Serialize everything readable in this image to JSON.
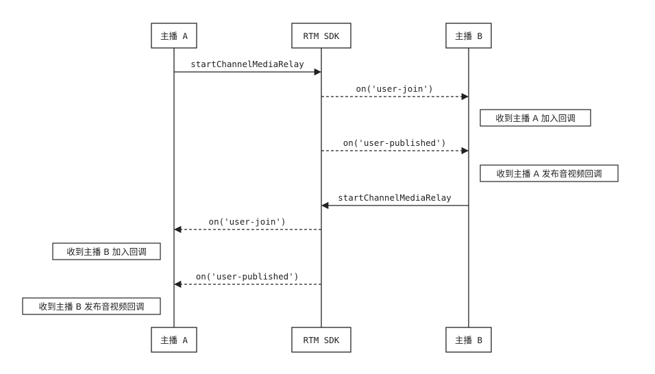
{
  "participants": {
    "a": "主播 A",
    "sdk": "RTM SDK",
    "b": "主播 B"
  },
  "messages": [
    {
      "text": "startChannelMediaRelay",
      "from": "a",
      "to": "sdk",
      "style": "solid"
    },
    {
      "text": "on('user-join')",
      "from": "sdk",
      "to": "b",
      "style": "dashed"
    },
    {
      "text": "on('user-published')",
      "from": "sdk",
      "to": "b",
      "style": "dashed"
    },
    {
      "text": "startChannelMediaRelay",
      "from": "b",
      "to": "sdk",
      "style": "solid"
    },
    {
      "text": "on('user-join')",
      "from": "sdk",
      "to": "a",
      "style": "dashed"
    },
    {
      "text": "on('user-published')",
      "from": "sdk",
      "to": "a",
      "style": "dashed"
    }
  ],
  "notes": [
    {
      "text": "收到主播 A 加入回调",
      "side": "b"
    },
    {
      "text": "收到主播 A 发布音视频回调",
      "side": "b"
    },
    {
      "text": "收到主播 B 加入回调",
      "side": "a"
    },
    {
      "text": "收到主播 B 发布音视频回调",
      "side": "a"
    }
  ]
}
